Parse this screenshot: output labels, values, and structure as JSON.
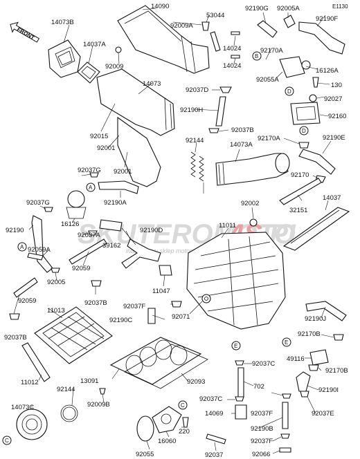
{
  "diagram": {
    "code": "E1130",
    "front_label": "FRONT",
    "watermark": {
      "main": "SKUTEROMOTO",
      "suffix": "4S",
      "domain": ".PL",
      "subtitle": "internetowy sklep motocyklowy",
      "color_main": "#b8b8b8",
      "color_accent": "#d9534f"
    },
    "parts": [
      "14073B",
      "14037A",
      "92009",
      "14090",
      "92009A",
      "53044",
      "14024",
      "14024",
      "92190G",
      "92005A",
      "92190F",
      "92170A",
      "16126A",
      "92055A",
      "130",
      "92027",
      "92160",
      "92037D",
      "92190H",
      "92037B",
      "14073",
      "92015",
      "92001",
      "92001",
      "92144",
      "14073A",
      "92170A",
      "92190E",
      "92170",
      "32151",
      "14037",
      "92002",
      "11011",
      "92037G",
      "92190A",
      "92037G",
      "16126",
      "92037A",
      "92190D",
      "39162",
      "92190",
      "92059A",
      "92005",
      "92059",
      "11047",
      "92037B",
      "92037F",
      "92190C",
      "92071",
      "92059",
      "11013",
      "92037B",
      "92190J",
      "92170B",
      "49116",
      "92170B",
      "13091",
      "92093",
      "92037C",
      "702",
      "92190I",
      "11012",
      "92144",
      "92009B",
      "14073C",
      "92037C",
      "14069",
      "92037F",
      "92037E",
      "92190B",
      "92037F",
      "16060",
      "220",
      "92055",
      "92037",
      "92066"
    ],
    "refs": [
      "A",
      "A",
      "B",
      "D",
      "D",
      "C",
      "C",
      "E",
      "E"
    ]
  }
}
